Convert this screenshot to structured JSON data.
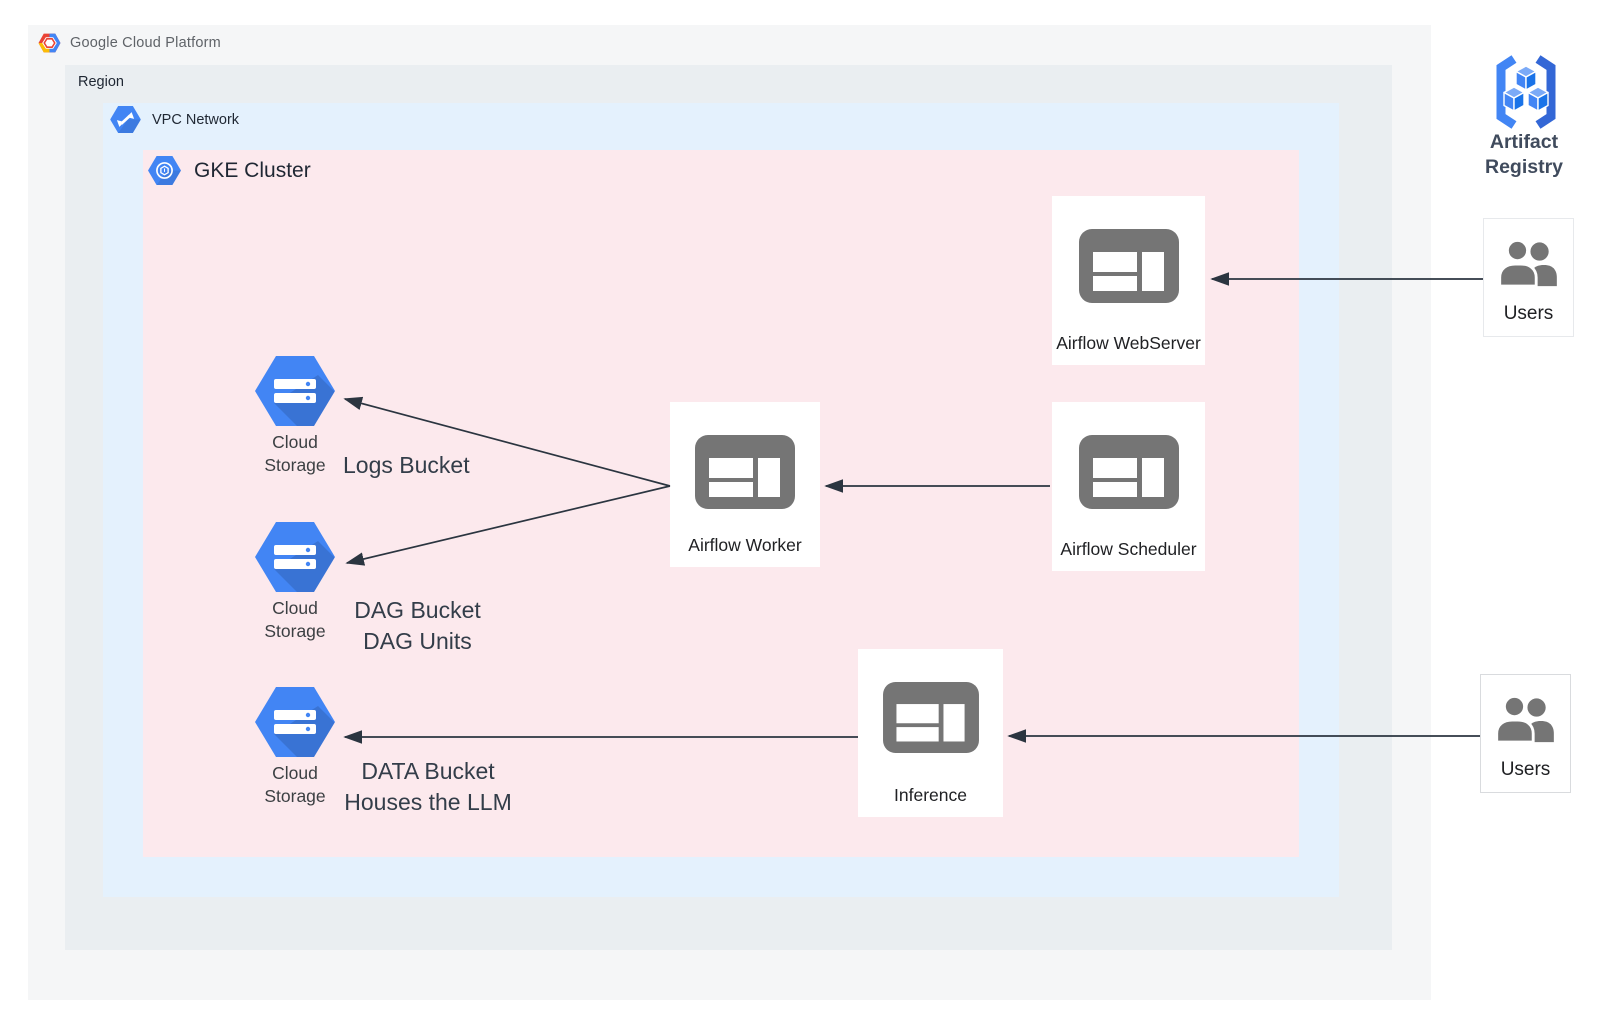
{
  "brand": {
    "label": "Google Cloud Platform"
  },
  "containers": {
    "region": {
      "label": "Region"
    },
    "vpc": {
      "label": "VPC Network"
    },
    "gke": {
      "label": "GKE Cluster"
    }
  },
  "nodes": {
    "webserver": {
      "label": "Airflow WebServer"
    },
    "scheduler": {
      "label": "Airflow Scheduler"
    },
    "worker": {
      "label": "Airflow Worker"
    },
    "inference": {
      "label": "Inference"
    }
  },
  "storage": {
    "logs": {
      "service": "Cloud Storage",
      "title": "Logs Bucket"
    },
    "dag": {
      "service": "Cloud Storage",
      "title": "DAG Bucket",
      "subtitle": "DAG Units"
    },
    "data": {
      "service": "Cloud Storage",
      "title": "DATA Bucket",
      "subtitle": "Houses the LLM"
    }
  },
  "external": {
    "artifact_registry": {
      "label": "Artifact Registry"
    },
    "users_top": {
      "label": "Users"
    },
    "users_bottom": {
      "label": "Users"
    }
  },
  "colors": {
    "card_bg": "#f5f6f7",
    "region_bg": "#eaeef1",
    "vpc_bg": "#e4f1fd",
    "gke_bg": "#fce9ed",
    "node_bg": "#ffffff",
    "icon_gray": "#757575",
    "storage_blue": "#4285f4",
    "arrow": "#2b3540",
    "brand_text": "#5f6368"
  }
}
